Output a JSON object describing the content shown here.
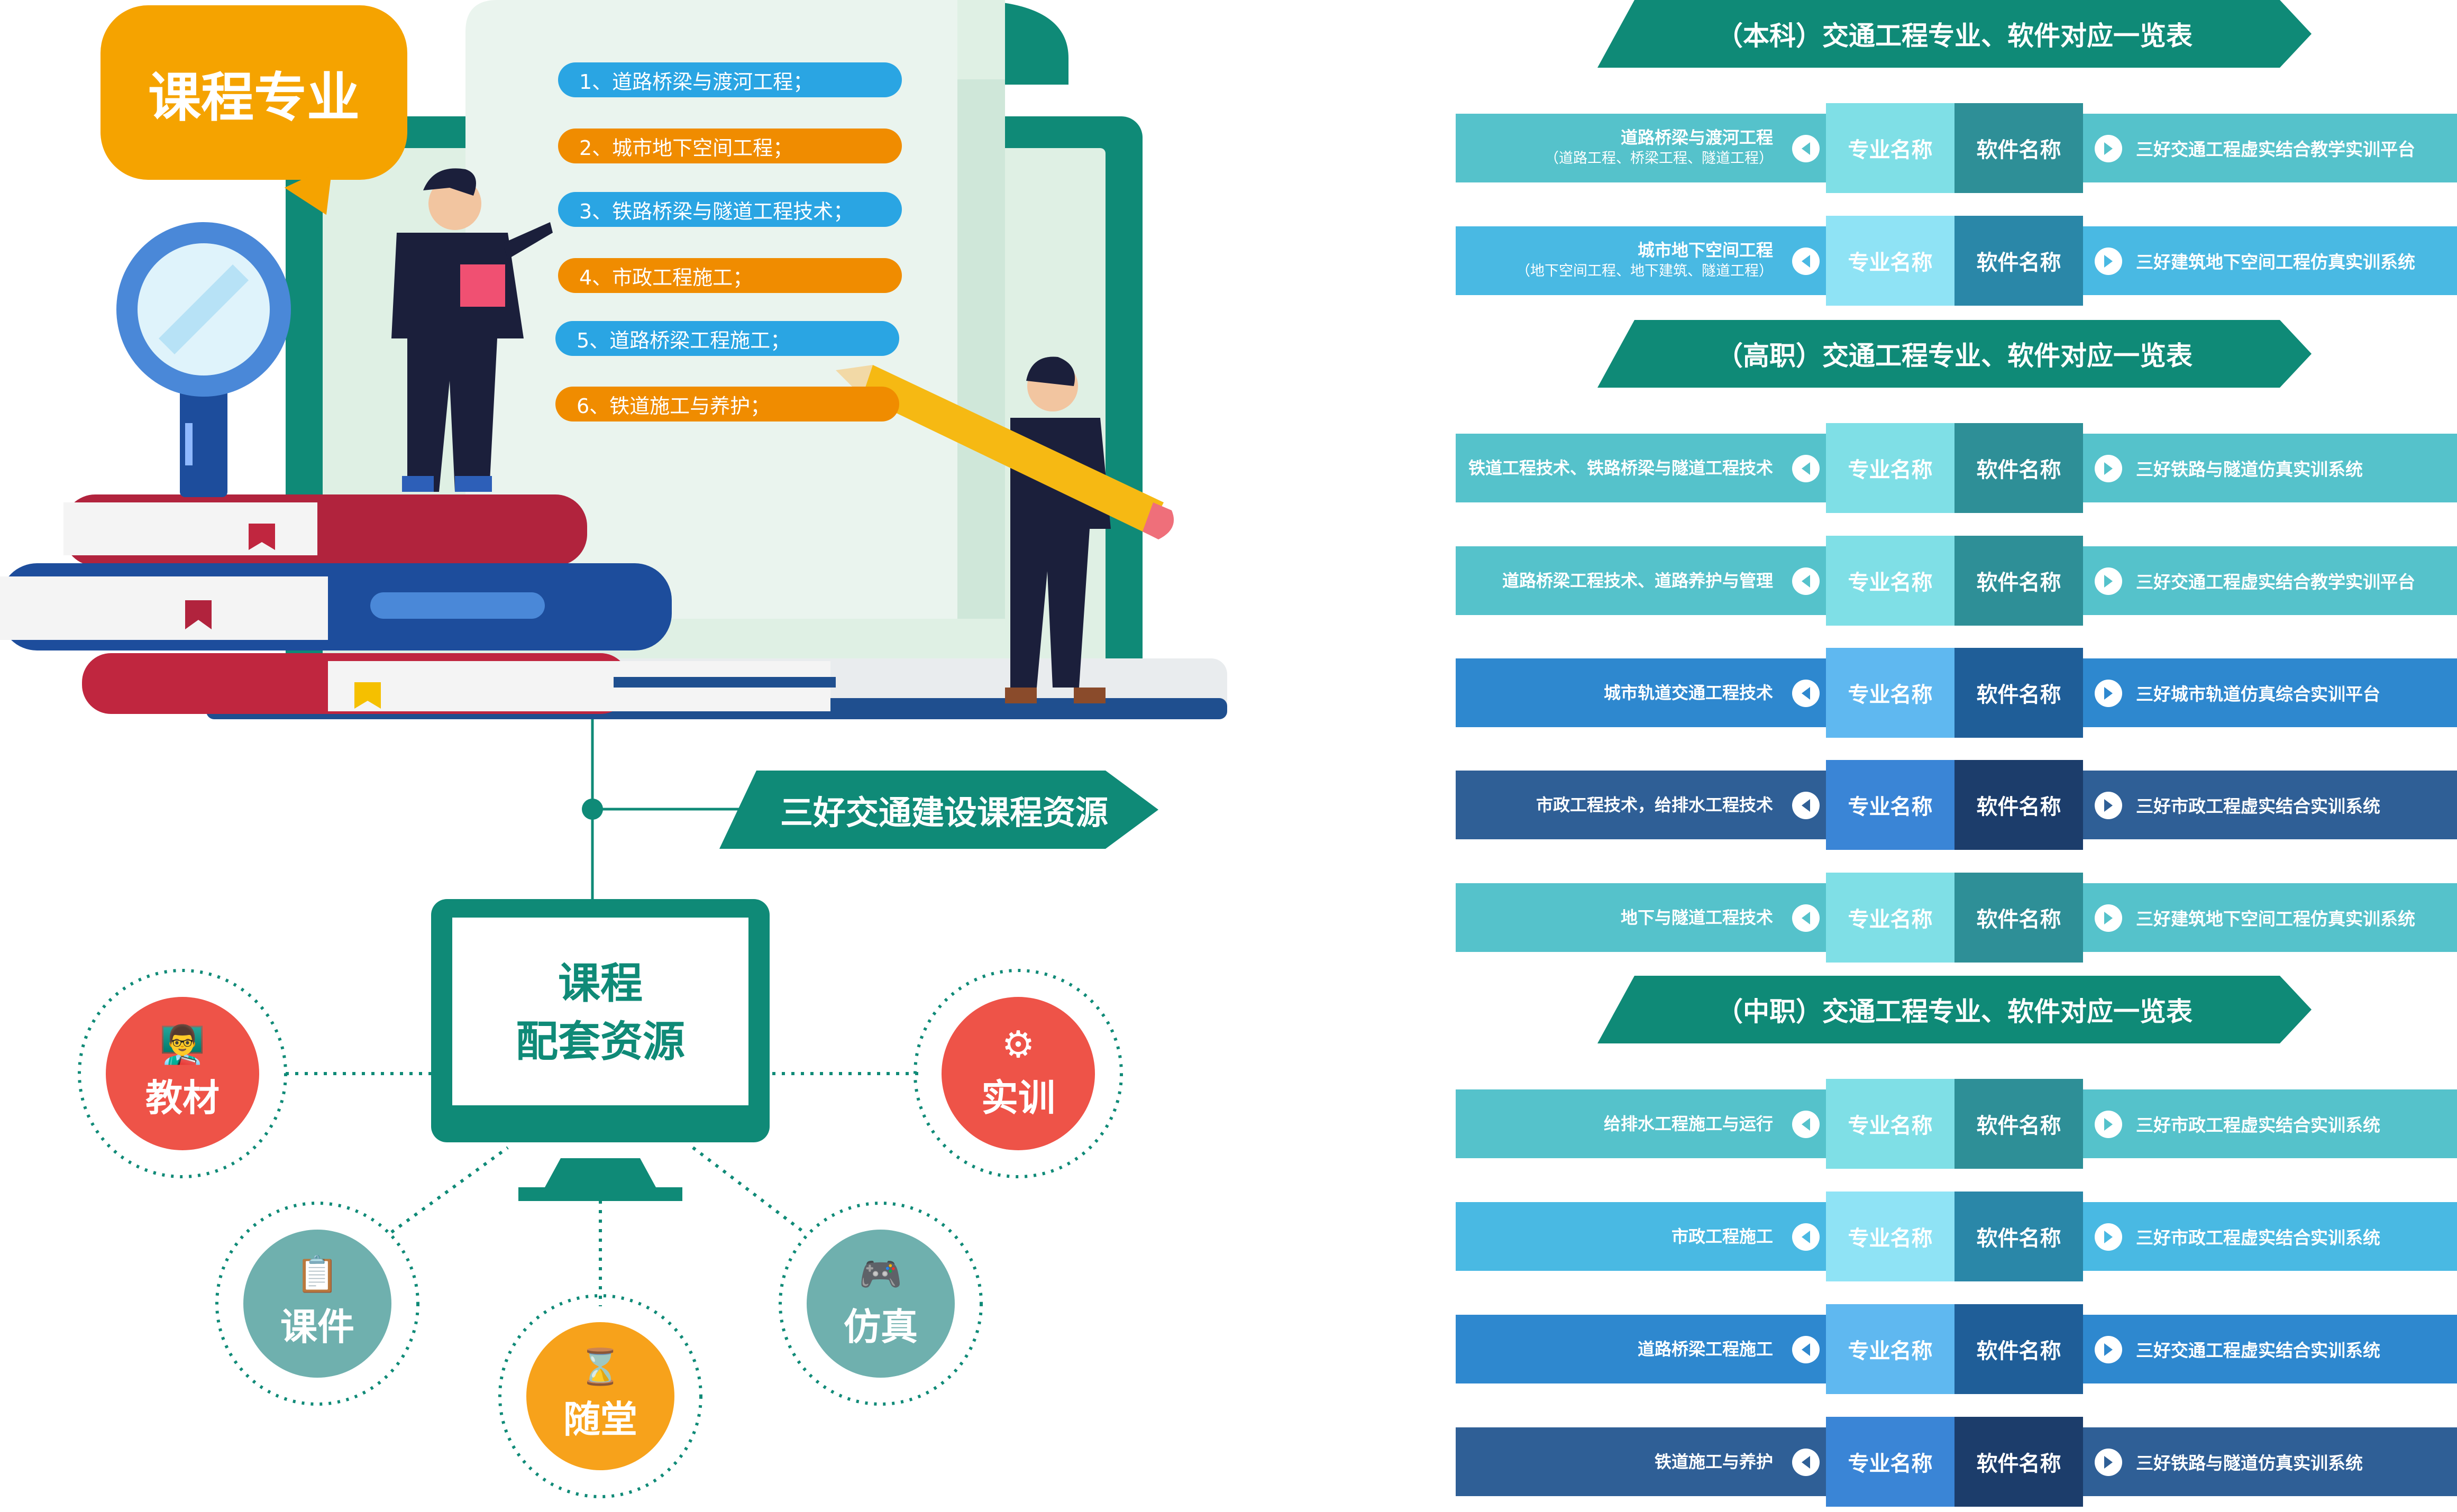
{
  "left": {
    "title_badge": "课程专业",
    "majors": [
      "1、道路桥梁与渡河工程；",
      "2、城市地下空间工程；",
      "3、铁路桥梁与隧道工程技术；",
      "4、市政工程施工；",
      "5、道路桥梁工程施工；",
      "6、铁道施工与养护；"
    ],
    "resource_banner": "三好交通建设课程资源",
    "monitor_line1": "课程",
    "monitor_line2": "配套资源",
    "nodes": {
      "textbook": "教材",
      "practice": "实训",
      "courseware": "课件",
      "classroom": "随堂",
      "simulation": "仿真"
    }
  },
  "right": {
    "col_major": "专业名称",
    "col_software": "软件名称",
    "sections": [
      {
        "title": "（本科）交通工程专业、软件对应一览表",
        "rows": [
          {
            "major": "道路桥梁与渡河工程",
            "sub": "（道路工程、桥梁工程、隧道工程）",
            "software": "三好交通工程虚实结合教学实训平台"
          },
          {
            "major": "城市地下空间工程",
            "sub": "（地下空间工程、地下建筑、隧道工程）",
            "software": "三好建筑地下空间工程仿真实训系统"
          }
        ]
      },
      {
        "title": "（高职）交通工程专业、软件对应一览表",
        "rows": [
          {
            "major": "铁道工程技术、铁路桥梁与隧道工程技术",
            "sub": "",
            "software": "三好铁路与隧道仿真实训系统"
          },
          {
            "major": "道路桥梁工程技术、道路养护与管理",
            "sub": "",
            "software": "三好交通工程虚实结合教学实训平台"
          },
          {
            "major": "城市轨道交通工程技术",
            "sub": "",
            "software": "三好城市轨道仿真综合实训平台"
          },
          {
            "major": "市政工程技术，给排水工程技术",
            "sub": "",
            "software": "三好市政工程虚实结合实训系统"
          },
          {
            "major": "地下与隧道工程技术",
            "sub": "",
            "software": "三好建筑地下空间工程仿真实训系统"
          }
        ]
      },
      {
        "title": "（中职）交通工程专业、软件对应一览表",
        "rows": [
          {
            "major": "给排水工程施工与运行",
            "sub": "",
            "software": "三好市政工程虚实结合实训系统"
          },
          {
            "major": "市政工程施工",
            "sub": "",
            "software": "三好市政工程虚实结合实训系统"
          },
          {
            "major": "道路桥梁工程施工",
            "sub": "",
            "software": "三好交通工程虚实结合实训系统"
          },
          {
            "major": "铁道施工与养护",
            "sub": "",
            "software": "三好铁路与隧道仿真实训系统"
          }
        ]
      }
    ]
  },
  "colors": {
    "teal": "#0f8a77",
    "orange": "#f5a300",
    "blue_pill": "#2aa5e3",
    "orange_pill": "#f08c00",
    "red_node": "#ee5348",
    "gray_teal_node": "#6fb0ae",
    "orange_node": "#f7a21b",
    "row_light_teal": "#55c2cb",
    "row_light_blue": "#49b9e3",
    "row_blue": "#2e88cf",
    "row_navy": "#2f5f96"
  }
}
